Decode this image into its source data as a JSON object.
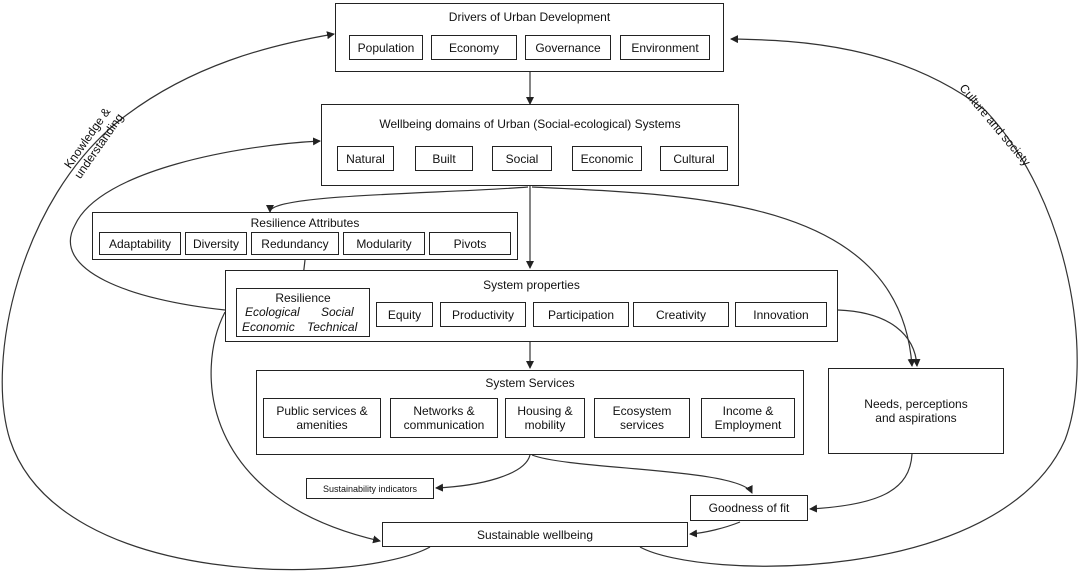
{
  "drivers": {
    "title": "Drivers of Urban Development",
    "items": [
      "Population",
      "Economy",
      "Governance",
      "Environment"
    ]
  },
  "domains": {
    "title": "Wellbeing domains of Urban (Social-ecological) Systems",
    "items": [
      "Natural",
      "Built",
      "Social",
      "Economic",
      "Cultural"
    ]
  },
  "resilience_attributes": {
    "title": "Resilience Attributes",
    "items": [
      "Adaptability",
      "Diversity",
      "Redundancy",
      "Modularity",
      "Pivots"
    ]
  },
  "system_properties": {
    "title": "System properties",
    "resilience": {
      "title": "Resilience",
      "line1_left": "Ecological",
      "line1_right": "Social",
      "line2_left": "Economic",
      "line2_right": "Technical"
    },
    "items": [
      "Equity",
      "Productivity",
      "Participation",
      "Creativity",
      "Innovation"
    ]
  },
  "system_services": {
    "title": "System Services",
    "items": [
      "Public services &\namenities",
      "Networks &\ncommunication",
      "Housing &\nmobility",
      "Ecosystem\nservices",
      "Income &\nEmployment"
    ]
  },
  "needs": "Needs, perceptions\nand aspirations",
  "sustainability_indicators": "Sustainability indicators",
  "goodness_of_fit": "Goodness of fit",
  "sustainable_wellbeing": "Sustainable wellbeing",
  "side_labels": {
    "left": "Knowledge &\nunderstanding",
    "right": "Culture and society"
  }
}
